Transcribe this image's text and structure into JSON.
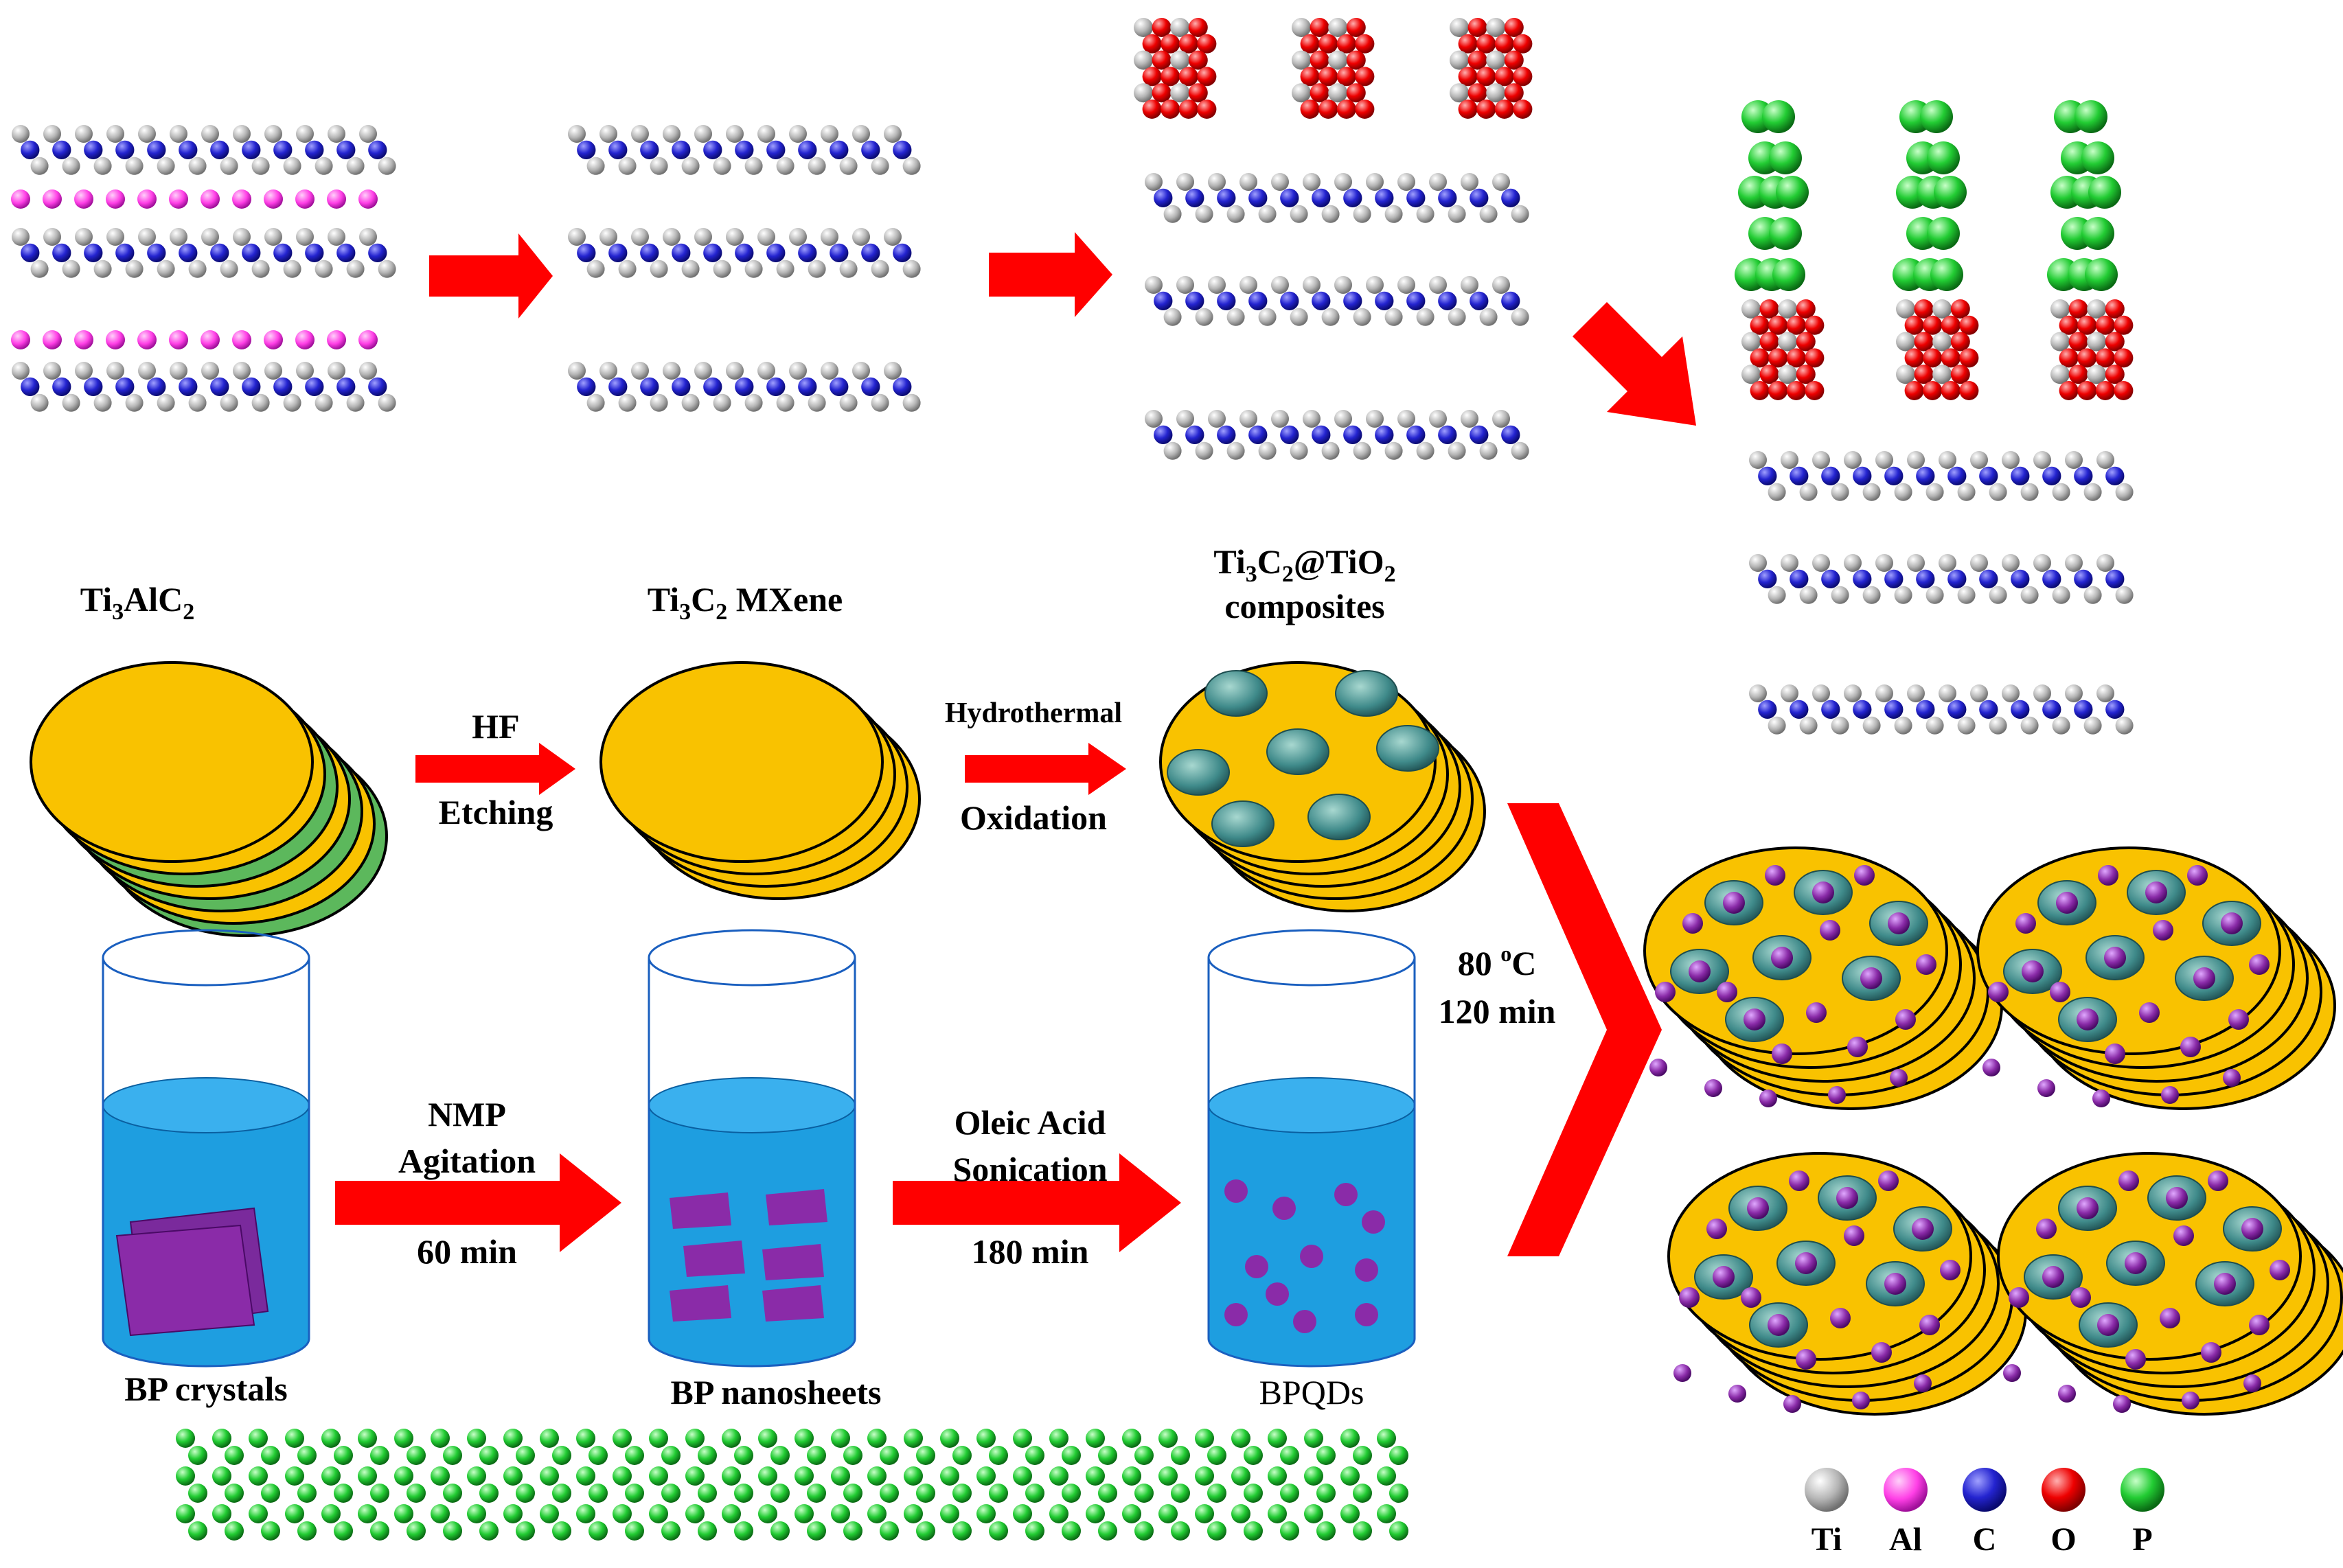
{
  "labels": {
    "ti3alc2_main": "Ti",
    "ti3alc2_sub1": "3",
    "ti3alc2_mid": "AlC",
    "ti3alc2_sub2": "2",
    "mxene_main": "Ti",
    "mxene_sub1": "3",
    "mxene_mid": "C",
    "mxene_sub2": "2",
    "mxene_tail": " MXene",
    "comp_main": "Ti",
    "comp_sub1": "3",
    "comp_mid": "C",
    "comp_sub2": "2",
    "comp_mid2": "@TiO",
    "comp_sub3": "2",
    "comp_line2": "composites",
    "hf": "HF",
    "etching": "Etching",
    "hydrothermal": "Hydrothermal",
    "oxidation": "Oxidation",
    "temp_num": "80 ",
    "temp_sup": "o",
    "temp_unit": "C",
    "time_120": "120 min",
    "nmp": "NMP",
    "agitation": "Agitation",
    "min60": "60 min",
    "oleic": "Oleic Acid",
    "sonication": "Sonication",
    "min180": "180 min",
    "bp_crystals": "BP crystals",
    "bp_nanosheets": "BP nanosheets",
    "bpqds": "BPQDs"
  },
  "legend": [
    {
      "symbol": "Ti",
      "color": "#b8b8b8"
    },
    {
      "symbol": "Al",
      "color": "#ff44ee"
    },
    {
      "symbol": "C",
      "color": "#2222cc"
    },
    {
      "symbol": "O",
      "color": "#ee0000"
    },
    {
      "symbol": "P",
      "color": "#22cc33"
    }
  ],
  "colors": {
    "arrow": "#ff0000",
    "sheet_yellow": "#f9c200",
    "sheet_green": "#5cb85c",
    "water": "#1e9ee0",
    "bp_purple": "#8a2ba8",
    "tio2_teal": "#3f8a8a"
  }
}
